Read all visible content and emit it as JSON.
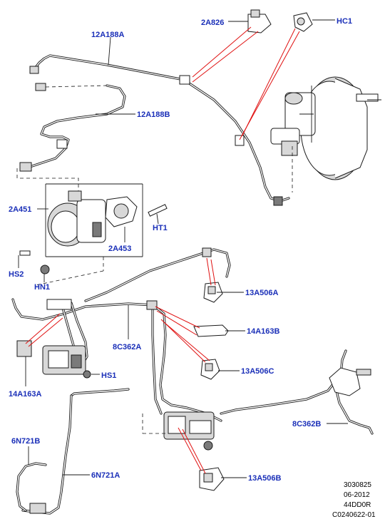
{
  "callouts": {
    "c_2a826": "2A826",
    "c_hc1": "HC1",
    "c_12a188a": "12A188A",
    "c_12a188b": "12A188B",
    "c_2a451": "2A451",
    "c_ht1": "HT1",
    "c_2a453": "2A453",
    "c_hs2": "HS2",
    "c_hn1": "HN1",
    "c_13a506a": "13A506A",
    "c_14a163b_top": "14A163B",
    "c_8c362a": "8C362A",
    "c_13a506c": "13A506C",
    "c_14a163a": "14A163A",
    "c_hs1": "HS1",
    "c_8c362b": "8C362B",
    "c_6n721b": "6N721B",
    "c_6n721a": "6N721A",
    "c_13a506b": "13A506B"
  },
  "footer": {
    "line1": "3030825",
    "line2": "06-2012",
    "line3": "44DD0R",
    "line4": "C0240622-01"
  },
  "colors": {
    "callout_text": "#1a2fb8",
    "leader_red": "#e01010",
    "line": "#1a1a1a"
  }
}
